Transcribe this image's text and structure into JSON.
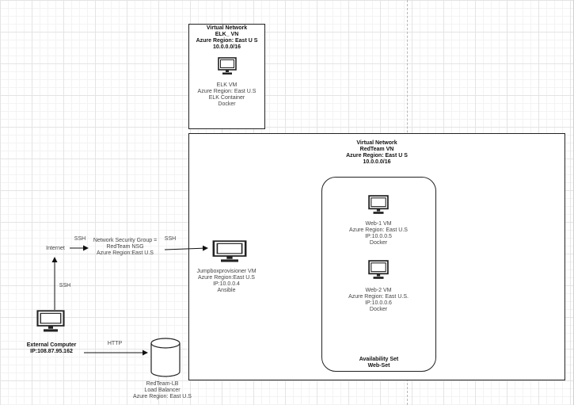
{
  "elk_vnet": {
    "title_lines": [
      "Virtual Network",
      "ELK_ VN",
      "Azure Region:  East  U S",
      "10.0.0.0/16"
    ]
  },
  "elk_vm": {
    "lines": [
      "ELK VM",
      "Azure Region: East U.S",
      "ELK Container",
      "Docker"
    ]
  },
  "redteam_vnet": {
    "title_lines": [
      "Virtual Network",
      "RedTeam VN",
      "Azure Region: East U S",
      "10.0.0.0/16"
    ]
  },
  "web1_vm": {
    "lines": [
      "Web-1 VM",
      "Azure Region: East U.S",
      "IP:10.0.0.5",
      "Docker"
    ]
  },
  "web2_vm": {
    "lines": [
      "Web-2 VM",
      "Azure Region: East U.S.",
      "IP:10.0.0.6",
      "Docker"
    ]
  },
  "availability_set": {
    "lines": [
      "Availability Set",
      "Web-Set"
    ]
  },
  "jumpbox_vm": {
    "lines": [
      "Jumpboxprovisioner VM",
      "Azure Region:East U.S",
      "IP:10.0.0.4",
      "Ansible"
    ]
  },
  "internet": {
    "label": "Internet"
  },
  "nsg": {
    "lines": [
      "Network Security Group =",
      "RedTeam NSG",
      "Azure Region:East U.S"
    ]
  },
  "external_computer": {
    "lines": [
      "External Computer",
      "IP:108.87.95.162"
    ]
  },
  "load_balancer": {
    "lines": [
      "RedTeam-LB",
      "Load Balancer",
      "Azure Region: East U.S"
    ]
  },
  "edges": {
    "ssh_internet_nsg": "SSH",
    "ssh_nsg_jumpbox": "SSH",
    "ssh_external_internet": "SSH",
    "http_external_lb": "HTTP"
  }
}
